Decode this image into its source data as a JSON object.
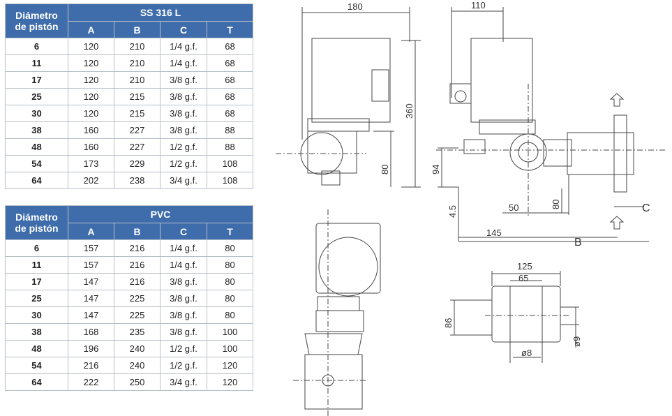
{
  "tables": [
    {
      "header_label_line1": "Diámetro",
      "header_label_line2": "de pistón",
      "material": "SS 316 L",
      "columns": [
        "A",
        "B",
        "C",
        "T"
      ],
      "rows": [
        [
          "6",
          "120",
          "210",
          "1/4 g.f.",
          "68"
        ],
        [
          "11",
          "120",
          "210",
          "1/4 g.f.",
          "68"
        ],
        [
          "17",
          "120",
          "210",
          "3/8 g.f.",
          "68"
        ],
        [
          "25",
          "120",
          "215",
          "3/8 g.f.",
          "68"
        ],
        [
          "30",
          "120",
          "215",
          "3/8 g.f.",
          "68"
        ],
        [
          "38",
          "160",
          "227",
          "3/8 g.f.",
          "88"
        ],
        [
          "48",
          "160",
          "227",
          "1/2 g.f.",
          "88"
        ],
        [
          "54",
          "173",
          "229",
          "1/2 g.f.",
          "108"
        ],
        [
          "64",
          "202",
          "238",
          "3/4 g.f.",
          "108"
        ]
      ]
    },
    {
      "header_label_line1": "Diámetro",
      "header_label_line2": "de pistón",
      "material": "PVC",
      "columns": [
        "A",
        "B",
        "C",
        "T"
      ],
      "rows": [
        [
          "6",
          "157",
          "216",
          "1/4 g.f.",
          "80"
        ],
        [
          "11",
          "157",
          "216",
          "1/4 g.f.",
          "80"
        ],
        [
          "17",
          "147",
          "216",
          "3/8 g.f.",
          "80"
        ],
        [
          "25",
          "147",
          "225",
          "3/8 g.f.",
          "80"
        ],
        [
          "30",
          "147",
          "225",
          "3/8 g.f.",
          "80"
        ],
        [
          "38",
          "168",
          "235",
          "3/8 g.f.",
          "100"
        ],
        [
          "48",
          "196",
          "240",
          "1/2 g.f.",
          "100"
        ],
        [
          "54",
          "216",
          "240",
          "1/2 g.f.",
          "120"
        ],
        [
          "64",
          "222",
          "250",
          "3/4 g.f.",
          "120"
        ]
      ]
    }
  ],
  "drawing": {
    "side_view": {
      "width": "180",
      "height": "360",
      "center_height": "80"
    },
    "front_view": {
      "width": "110",
      "height": "94",
      "base": "4.5",
      "offset": "50",
      "center_height": "80",
      "length": "145",
      "dim_b": "B",
      "dim_c": "C"
    },
    "base_plate": {
      "width": "125",
      "hole_spacing": "65",
      "depth": "86",
      "hole_dia": "ø8",
      "slot": "ø9"
    }
  }
}
